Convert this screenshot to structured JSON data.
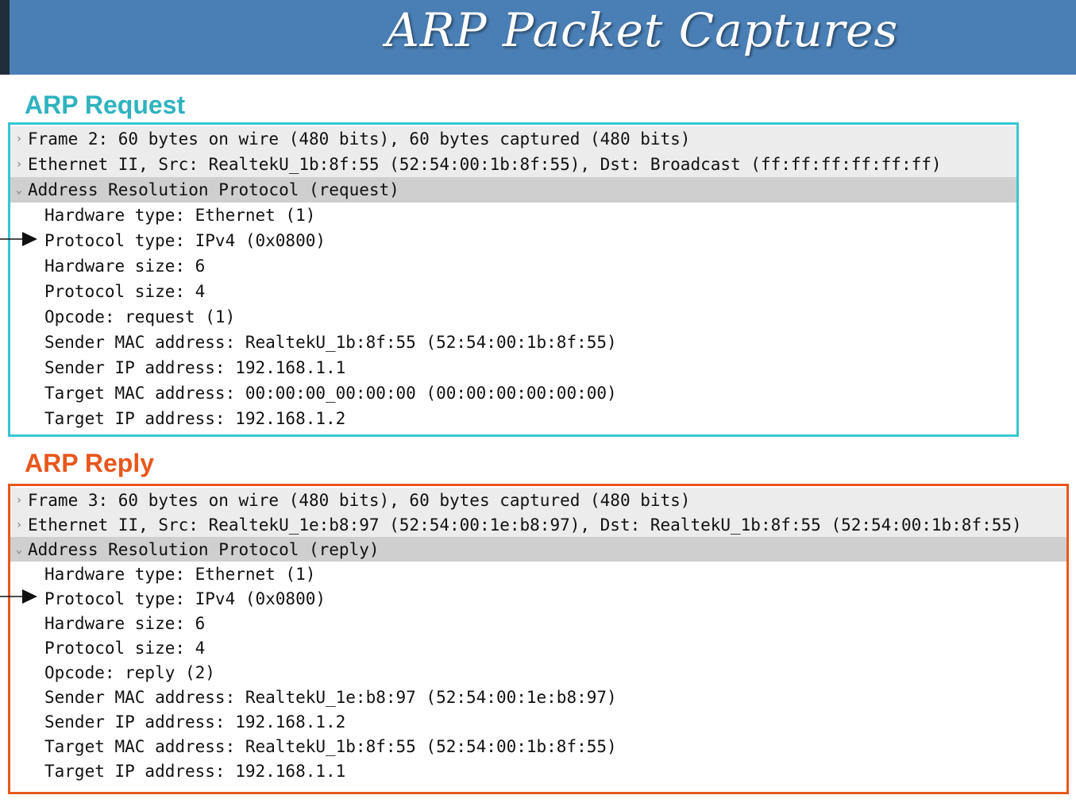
{
  "header": {
    "title": "ARP Packet Captures"
  },
  "request": {
    "title": "ARP Request",
    "top_rows": [
      "Frame 2: 60 bytes on wire (480 bits), 60 bytes captured (480 bits)",
      "Ethernet II, Src: RealtekU_1b:8f:55 (52:54:00:1b:8f:55), Dst: Broadcast (ff:ff:ff:ff:ff:ff)"
    ],
    "expanded_row": "Address Resolution Protocol (request)",
    "fields": [
      "Hardware type: Ethernet (1)",
      "Protocol type: IPv4 (0x0800)",
      "Hardware size: 6",
      "Protocol size: 4",
      "Opcode: request (1)",
      "Sender MAC address: RealtekU_1b:8f:55 (52:54:00:1b:8f:55)",
      "Sender IP address: 192.168.1.1",
      "Target MAC address: 00:00:00_00:00:00 (00:00:00:00:00:00)",
      "Target IP address: 192.168.1.2"
    ]
  },
  "reply": {
    "title": "ARP Reply",
    "top_rows": [
      "Frame 3: 60 bytes on wire (480 bits), 60 bytes captured (480 bits)",
      "Ethernet II, Src: RealtekU_1e:b8:97 (52:54:00:1e:b8:97), Dst: RealtekU_1b:8f:55 (52:54:00:1b:8f:55)"
    ],
    "expanded_row": "Address Resolution Protocol (reply)",
    "fields": [
      "Hardware type: Ethernet (1)",
      "Protocol type: IPv4 (0x0800)",
      "Hardware size: 6",
      "Protocol size: 4",
      "Opcode: reply (2)",
      "Sender MAC address: RealtekU_1e:b8:97 (52:54:00:1e:b8:97)",
      "Sender IP address: 192.168.1.2",
      "Target MAC address: RealtekU_1b:8f:55 (52:54:00:1b:8f:55)",
      "Target IP address: 192.168.1.1"
    ]
  },
  "icons": {
    "collapsed": "chevron-right-icon",
    "expanded": "chevron-down-icon",
    "pointer": "arrow-right-icon"
  },
  "colors": {
    "banner": "#4a7fb5",
    "request_accent": "#36c7d4",
    "reply_accent": "#e8571d"
  }
}
